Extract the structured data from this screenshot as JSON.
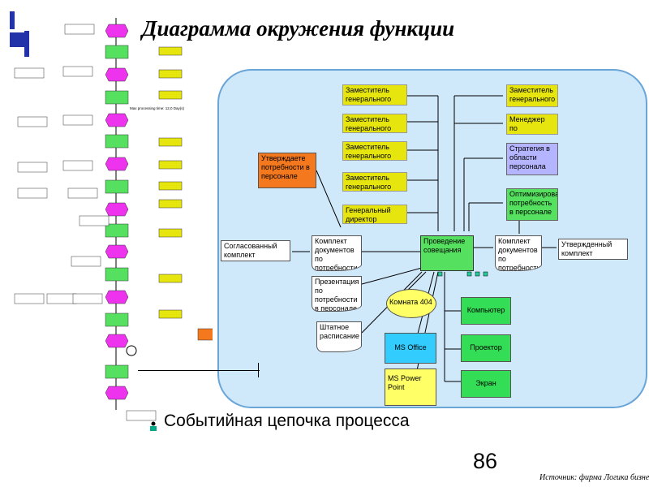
{
  "title": "Диаграмма окружения функции",
  "process_caption": "Событийная цепочка процесса",
  "slide_number": "86",
  "source": "Источник: фирма Логика бизнеса",
  "colors": {
    "zone": "#cfe8fa",
    "zone_border": "#6aa5d8",
    "function": "#55e05f",
    "event": "#ee33ee",
    "role": "#e6e60e",
    "target_function": "#f4781e",
    "goal": "#b4b4ff",
    "document": "#ffffff",
    "database": "#ffff66",
    "software": "#33ccff",
    "hardware": "#33dd55"
  },
  "left_chain": {
    "label_max_processing": "Max processing time: 12,0 Day(s)"
  },
  "center": {
    "function_label": "Проведение совещания",
    "executors": [
      "Заместитель генерального по...",
      "Заместитель генерального по...",
      "Заместитель генерального по...",
      "Заместитель генерального по...",
      "Генеральный директор"
    ],
    "participants": [
      "Заместитель генерального по...",
      "Менеджер по персоналу"
    ],
    "goal": "Стратегия в области персонала",
    "product": "Согласованный комплект",
    "input_doc": "Комплект документов по потребности в персонале",
    "output_doc": "Комплект документов по потребности в персонале",
    "approved": "Утвержденный комплект",
    "presentation": "Презентация по потребности в персонале",
    "staff": "Штатное расписание",
    "target_function": "Утверждаете потребности в персонале",
    "minimized": "Оптимизированная потребность в персонале",
    "room": "Комната 404",
    "ms_office": "MS Office",
    "ms_powerpoint": "MS Power Point",
    "computer": "Компьютер",
    "projector": "Проектор",
    "screen": "Экран"
  }
}
